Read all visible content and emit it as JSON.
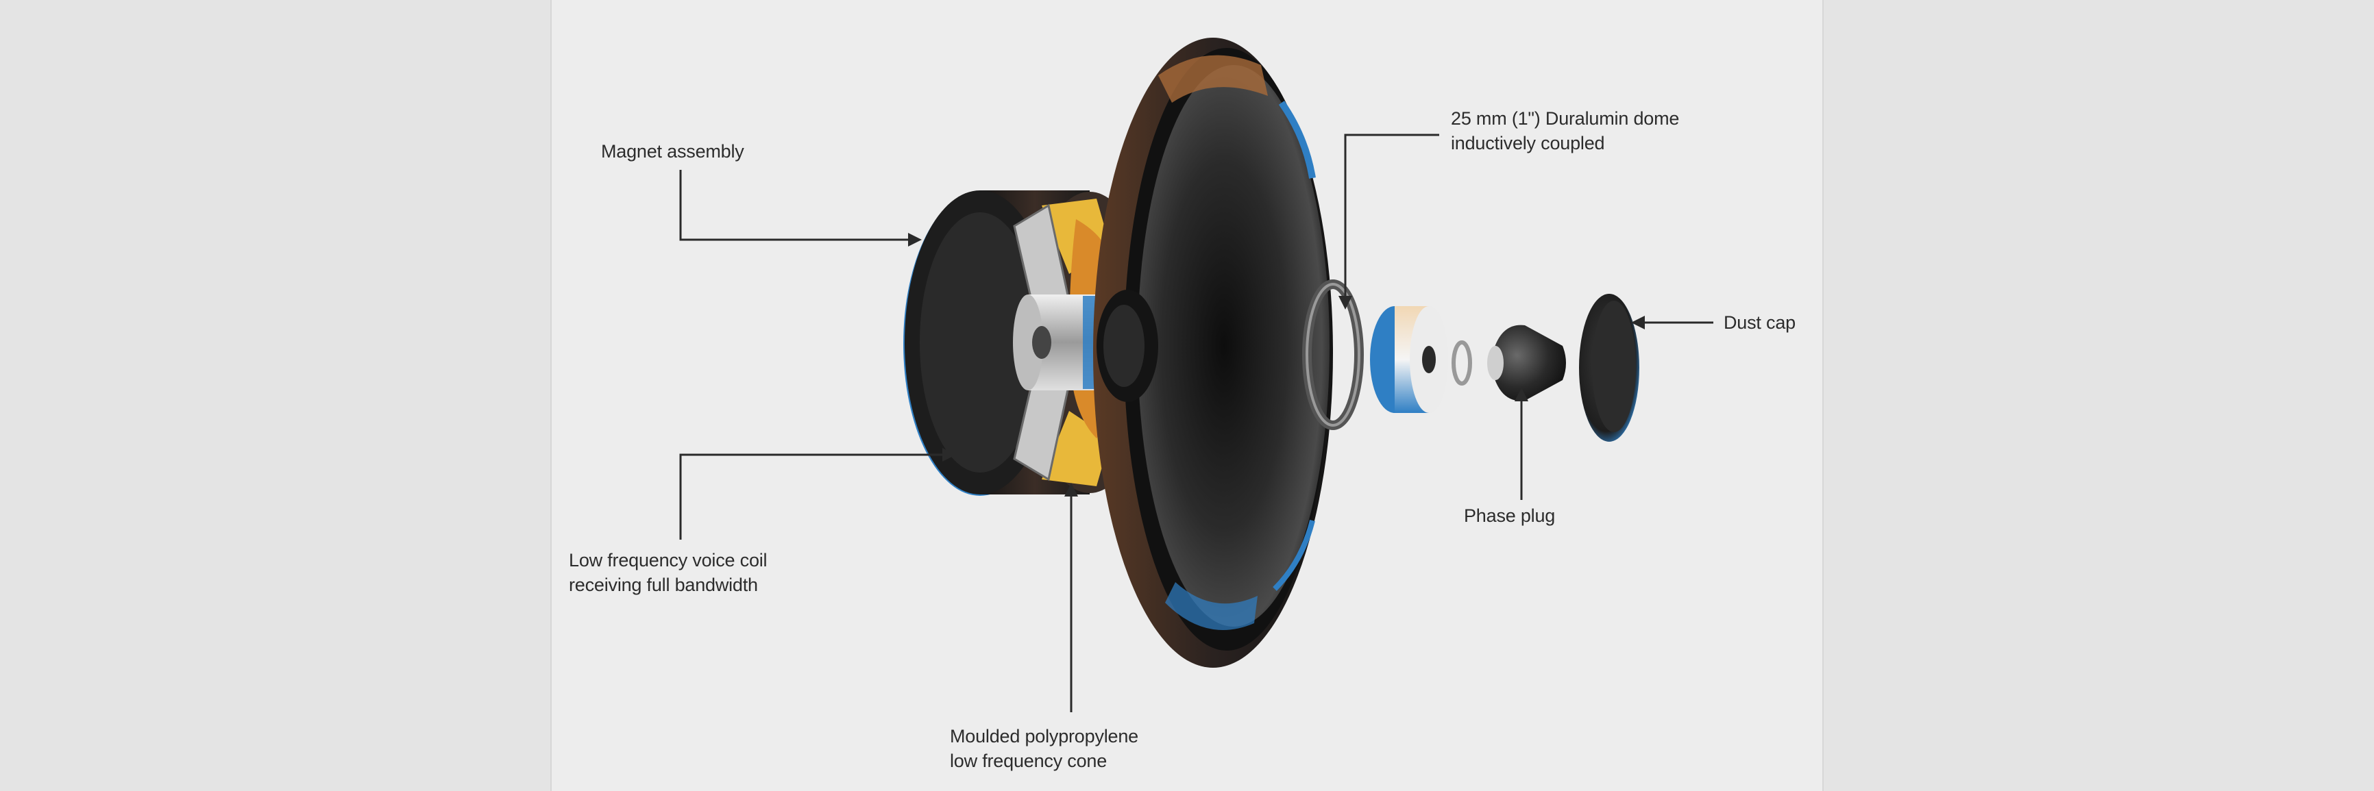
{
  "labels": {
    "magnet_assembly": "Magnet assembly",
    "voice_coil_line1": "Low frequency voice coil",
    "voice_coil_line2": "receiving full bandwidth",
    "cone_line1": "Moulded polypropylene",
    "cone_line2": "low frequency cone",
    "dome_line1": "25 mm (1\") Duralumin dome",
    "dome_line2": "inductively coupled",
    "phase_plug": "Phase plug",
    "dust_cap": "Dust cap"
  },
  "colors": {
    "background": "#e4e4e4",
    "panel": "#ededed",
    "leader_line": "#2a2a2a",
    "text": "#2c2c2c",
    "accent_blue": "#2f7fc4",
    "accent_orange": "#d98a2a",
    "accent_yellow": "#e8b83a"
  }
}
